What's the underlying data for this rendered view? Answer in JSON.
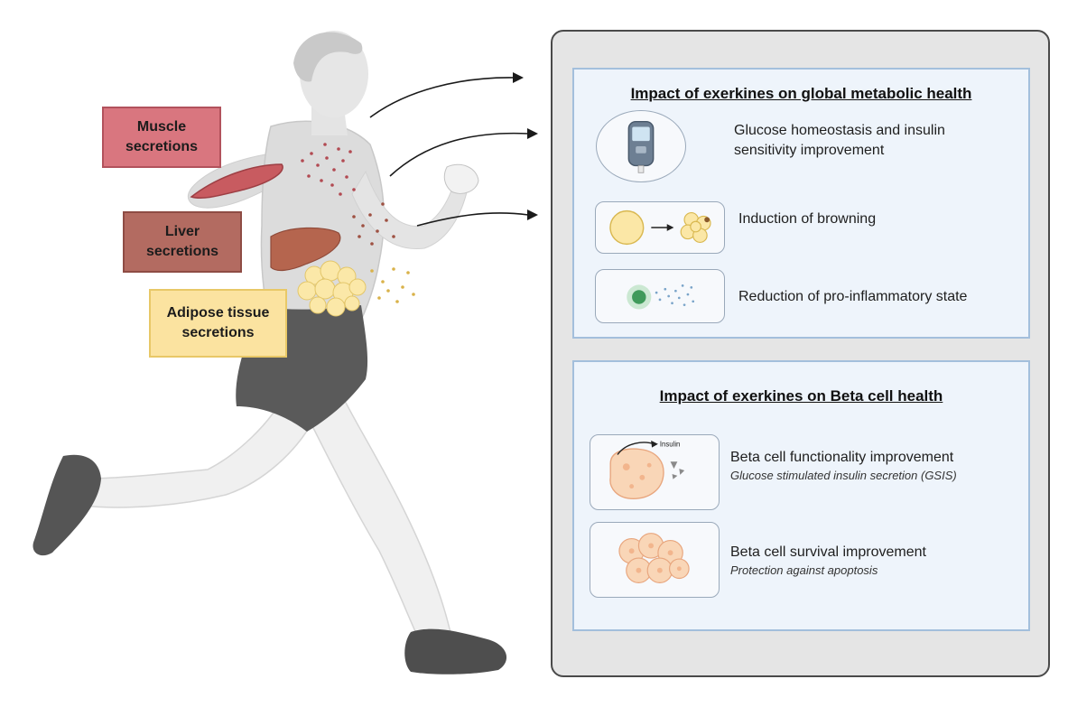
{
  "labels": {
    "muscle": [
      "Muscle",
      "secretions"
    ],
    "liver": [
      "Liver",
      "secretions"
    ],
    "adipose": [
      "Adipose tissue",
      "secretions"
    ]
  },
  "global_panel": {
    "title": "Impact of exerkines on global metabolic health",
    "items": [
      {
        "lines": [
          "Glucose homeostasis and insulin",
          "sensitivity improvement"
        ],
        "icon": "glucometer-icon"
      },
      {
        "lines": [
          "Induction of browning"
        ],
        "icon": "fat-cell-browning-icon"
      },
      {
        "lines": [
          "Reduction of pro-inflammatory state"
        ],
        "icon": "inflammation-icon"
      }
    ]
  },
  "beta_panel": {
    "title": "Impact of exerkines on Beta cell health",
    "items": [
      {
        "text": "Beta cell functionality improvement",
        "subtext": "Glucose stimulated insulin secretion (GSIS)",
        "icon_label": "Insulin",
        "icon": "beta-cell-secretion-icon"
      },
      {
        "text": "Beta cell survival improvement",
        "subtext": "Protection against apoptosis",
        "icon": "islet-cluster-icon"
      }
    ]
  },
  "colors": {
    "muscle": "#d9767f",
    "liver": "#b36b61",
    "adipose": "#fbe3a0",
    "panel_bg": "#eef4fb",
    "panel_border": "#a3bfdc",
    "outer_panel": "#e5e5e5"
  }
}
